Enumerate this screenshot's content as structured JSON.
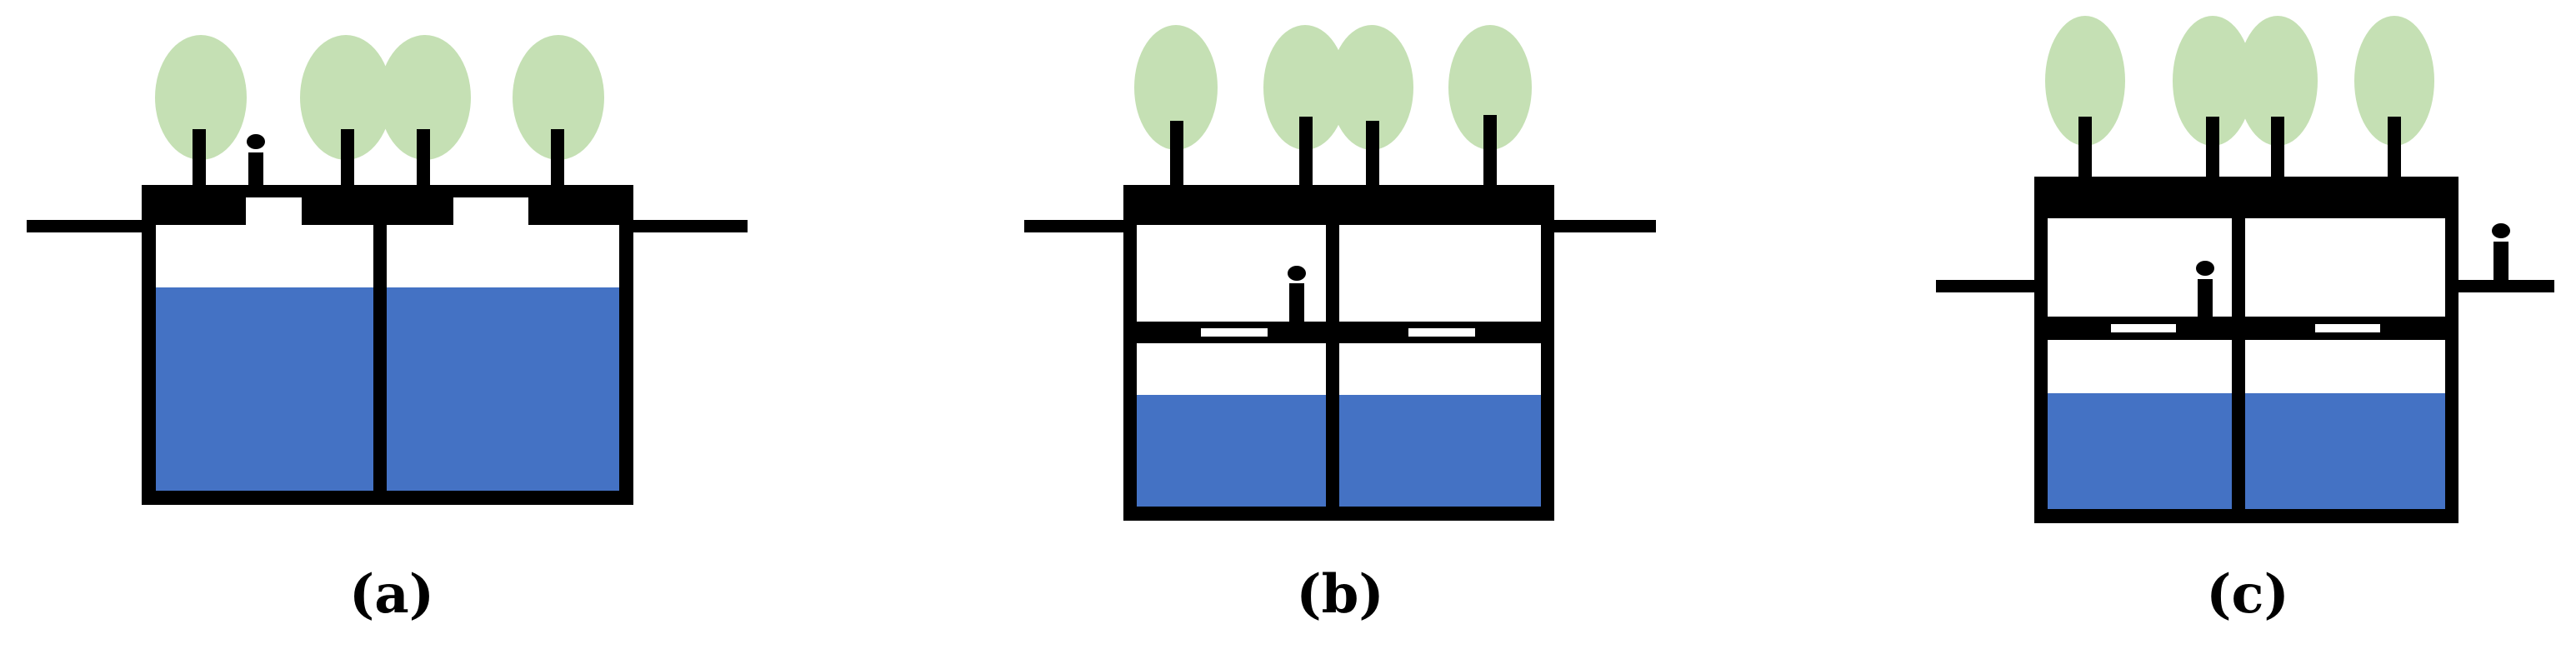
{
  "colors": {
    "water": "#4472C4",
    "tree": "#C5E0B4",
    "structure": "#000000",
    "background": "#FFFFFF"
  },
  "panels": [
    {
      "id": "a",
      "caption": "(a)"
    },
    {
      "id": "b",
      "caption": "(b)"
    },
    {
      "id": "c",
      "caption": "(c)"
    }
  ]
}
